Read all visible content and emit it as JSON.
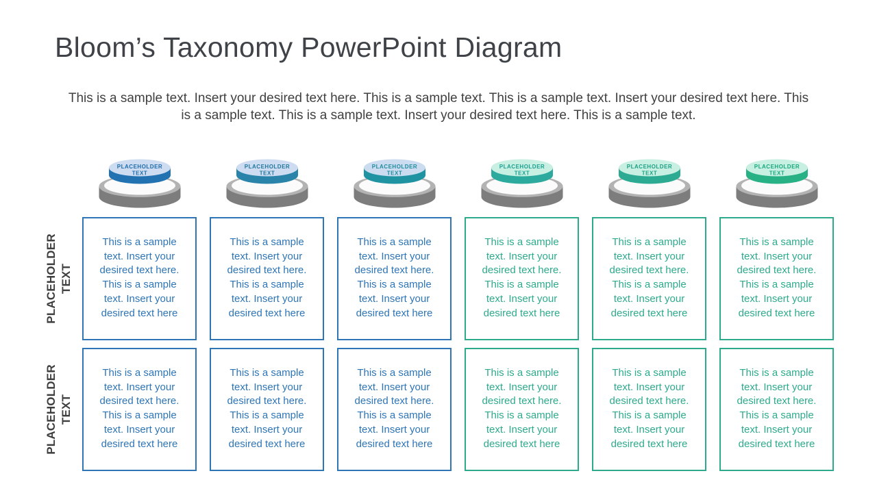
{
  "slide": {
    "title": "Bloom’s Taxonomy PowerPoint Diagram",
    "intro": "This is a sample text. Insert your desired text here. This is a sample text. This is a sample text. Insert your desired text here. This is a sample text. This is a sample text. Insert your desired text here. This is a sample text."
  },
  "buttons": {
    "label_line1": "PLACEHOLDER",
    "label_line2": "TEXT",
    "base_side_color": "#7d7d7d",
    "base_top_color": "#b3b3b3",
    "base_ring_color": "#fbfbfb",
    "items": [
      {
        "side_color": "#2272b2",
        "top_color": "#cddcf1",
        "text_color": "#1e6cab"
      },
      {
        "side_color": "#2a84a9",
        "top_color": "#cddcf1",
        "text_color": "#21789d"
      },
      {
        "side_color": "#2093a3",
        "top_color": "#cbdcf0",
        "text_color": "#1c8c9d"
      },
      {
        "side_color": "#2baa9d",
        "top_color": "#c7efe2",
        "text_color": "#1aa090"
      },
      {
        "side_color": "#2dab92",
        "top_color": "#c7efe2",
        "text_color": "#1ca183"
      },
      {
        "side_color": "#27b185",
        "top_color": "#c7efe2",
        "text_color": "#15a97b"
      }
    ]
  },
  "grid": {
    "row_labels": [
      "PLACEHOLDER TEXT",
      "PLACEHOLDER TEXT"
    ],
    "cell_text": "This is a sample text. Insert your desired text here. This is a sample text. Insert your desired text here",
    "columns": [
      {
        "accent": "#2e75b6"
      },
      {
        "accent": "#2e75b6"
      },
      {
        "accent": "#2e75b6"
      },
      {
        "accent": "#2daa8c"
      },
      {
        "accent": "#2daa8c"
      },
      {
        "accent": "#2daa8c"
      }
    ]
  }
}
